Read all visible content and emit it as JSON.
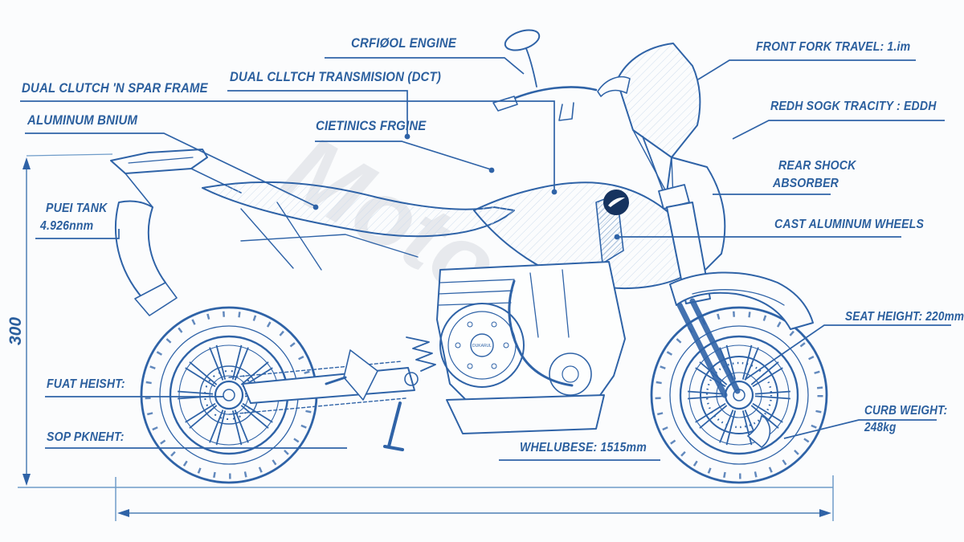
{
  "diagram_title": "motorcycle blueprint spec diagram",
  "colors": {
    "line_blue": "#2f63a7",
    "label_blue": "#2b5f9e",
    "dim_blue": "#6f9cc9",
    "logo_navy": "#16335f",
    "watermark_gray": "#cfd3da"
  },
  "labels": {
    "frame": "DUAL CLUTCH 'N SPAR FRAME",
    "subframe": "ALUMINUM BNIUM",
    "transmission": "DUAL CLLTCH TRANSMISION (DCT)",
    "engine_top": "CRFIØOL ENGINE",
    "engine_mid": "CIETINICS FRGINE",
    "front_fork": "FRONT FORK TRAVEL: 1.im",
    "rear_suspension": "REDH SOGK TRACITY : EDDH",
    "rear_shock": [
      "REAR SHOCK",
      "ABSORBER"
    ],
    "wheels": "CAST ALUMINUM WHEELS",
    "fuel_tank": [
      "PUEI TANK",
      "4.926nnm"
    ],
    "seat_height": "SEAT HEIGHT: 220mm",
    "curb_weight": [
      "CURB WEIGHT:",
      "248kg"
    ],
    "front_height": "FUAT HEISHT:",
    "rear_height": "SOP PKNEHT:",
    "wheelbase": "WHELUBESE: 1515mm",
    "height_dim": "300"
  },
  "watermark": "Moto",
  "engine_badge": "DUKARUL"
}
